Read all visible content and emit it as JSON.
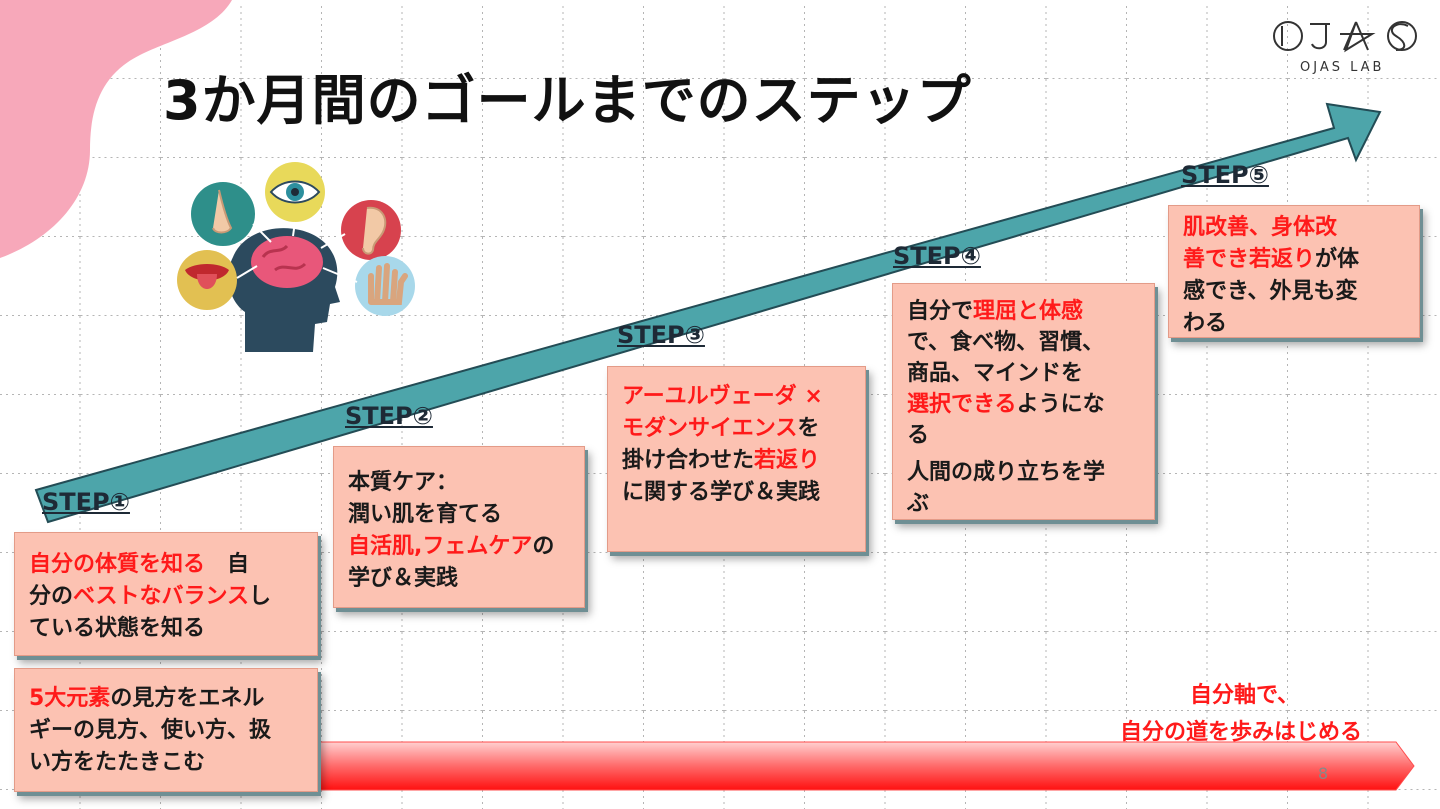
{
  "slide": {
    "title": "3か月間のゴールまでのステップ",
    "logo_text": "OJAS LAB",
    "page_number": "8"
  },
  "steps": [
    {
      "label": "STEP①"
    },
    {
      "label": "STEP②"
    },
    {
      "label": "STEP③"
    },
    {
      "label": "STEP④"
    },
    {
      "label": "STEP⑤"
    }
  ],
  "boxes": {
    "step1a": {
      "r1": "自分の体質を知る",
      "t1": "　自",
      "t2": "分の",
      "r2": "ベストなバランス",
      "t3": "し",
      "t4": "ている状態を知る"
    },
    "step1b": {
      "r1": "5大元素",
      "t1": "の見方をエネル",
      "t2": "ギーの見方、使い方、扱",
      "t3": "い方をたたきこむ"
    },
    "step2": {
      "t1": "本質ケア：",
      "t2": "潤い肌を育てる",
      "r1": "自活肌,フェムケア",
      "t3": "の",
      "t4": "学び＆実践"
    },
    "step3": {
      "r1": "アーユルヴェーダ ×",
      "r2": "モダンサイエンス",
      "t1": "を",
      "t2": "掛け合わせた",
      "r3": "若返り",
      "t3": "に関する学び＆実践"
    },
    "step4": {
      "t1": "自分で",
      "r1": "理屈と体感",
      "t2": "で、食べ物、習慣、",
      "t3": "商品、マインドを",
      "r2": "選択できる",
      "t4": "ようにな",
      "t5": "る",
      "t6": "人間の成り立ちを学",
      "t7": "ぶ"
    },
    "step5": {
      "r1": "肌改善、身体改",
      "r2": "善でき若返り",
      "t1": "が体",
      "t2": "感でき、外見も変",
      "t3": "わる"
    }
  },
  "bottom": {
    "line1": "自分軸で、",
    "line2": "自分の道を歩みはじめる"
  },
  "colors": {
    "accent_red": "#ff1a1a",
    "arrow_teal": "#4da5aa",
    "box_fill": "#fcc2b2",
    "corner_pink": "#f7a8ba"
  },
  "icons": [
    "nose-icon",
    "eye-icon",
    "ear-icon",
    "tongue-icon",
    "hand-icon",
    "head-brain-icon"
  ]
}
